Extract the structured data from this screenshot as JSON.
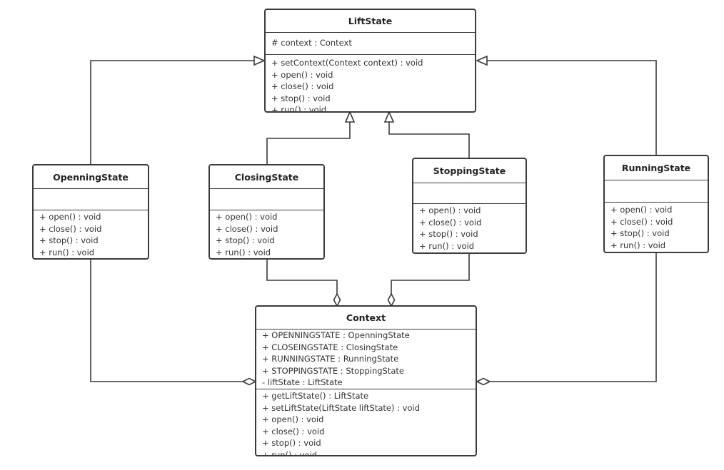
{
  "classes": {
    "lift_state": {
      "name": "LiftState",
      "attributes": [
        "# context : Context"
      ],
      "methods": [
        "+ setContext(Context context) : void",
        "+ open() : void",
        "+ close() : void",
        "+ stop() : void",
        "+ run() : void"
      ]
    },
    "openning_state": {
      "name": "OpenningState",
      "attributes": [],
      "methods": [
        "+ open() : void",
        "+ close() : void",
        "+ stop() : void",
        "+ run() : void"
      ]
    },
    "closing_state": {
      "name": "ClosingState",
      "attributes": [],
      "methods": [
        "+ open() : void",
        "+ close() : void",
        "+ stop() : void",
        "+ run() : void"
      ]
    },
    "stopping_state": {
      "name": "StoppingState",
      "attributes": [],
      "methods": [
        "+ open() : void",
        "+ close() : void",
        "+ stop() : void",
        "+ run() : void"
      ]
    },
    "running_state": {
      "name": "RunningState",
      "attributes": [],
      "methods": [
        "+ open() : void",
        "+ close() : void",
        "+ stop() : void",
        "+ run() : void"
      ]
    },
    "context": {
      "name": "Context",
      "attributes": [
        "+ OPENNINGSTATE : OpenningState",
        "+ CLOSEINGSTATE : ClosingState",
        "+ RUNNINGSTATE : RunningState",
        "+ STOPPINGSTATE : StoppingState",
        "- liftState : LiftState"
      ],
      "methods": [
        "+ getLiftState() : LiftState",
        "+ setLiftState(LiftState liftState) : void",
        "+ open() : void",
        "+ close() : void",
        "+ stop() : void",
        "+ run() : void"
      ]
    }
  },
  "relations": [
    {
      "type": "generalization",
      "from": "OpenningState",
      "to": "LiftState"
    },
    {
      "type": "generalization",
      "from": "ClosingState",
      "to": "LiftState"
    },
    {
      "type": "generalization",
      "from": "StoppingState",
      "to": "LiftState"
    },
    {
      "type": "generalization",
      "from": "RunningState",
      "to": "LiftState"
    },
    {
      "type": "aggregation",
      "from": "OpenningState",
      "to": "Context"
    },
    {
      "type": "aggregation",
      "from": "ClosingState",
      "to": "Context"
    },
    {
      "type": "aggregation",
      "from": "StoppingState",
      "to": "Context"
    },
    {
      "type": "aggregation",
      "from": "RunningState",
      "to": "Context"
    }
  ],
  "colors": {
    "line": "#3a3a3a",
    "background": "#ffffff"
  }
}
